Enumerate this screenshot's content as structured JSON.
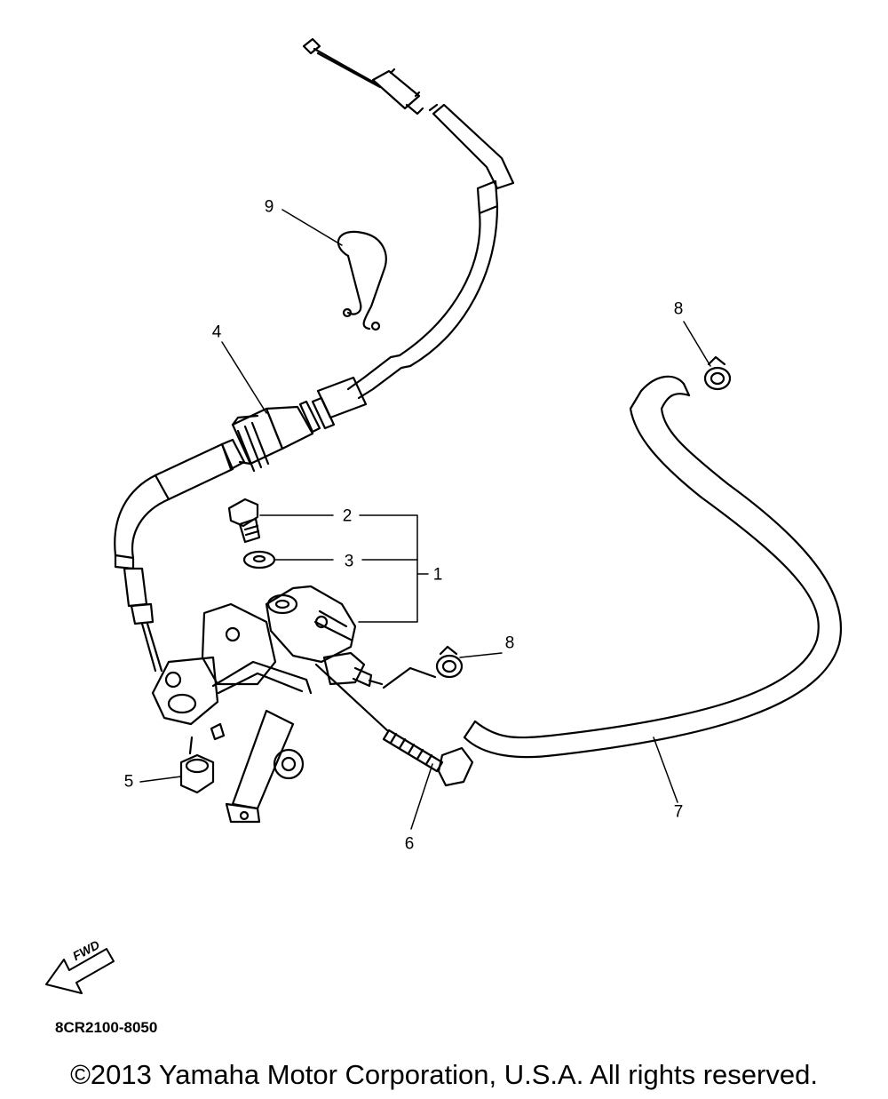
{
  "callouts": [
    {
      "id": "c1",
      "text": "1"
    },
    {
      "id": "c2",
      "text": "2"
    },
    {
      "id": "c3",
      "text": "3"
    },
    {
      "id": "c4",
      "text": "4"
    },
    {
      "id": "c5",
      "text": "5"
    },
    {
      "id": "c6",
      "text": "6"
    },
    {
      "id": "c7",
      "text": "7"
    },
    {
      "id": "c8a",
      "text": "8"
    },
    {
      "id": "c8b",
      "text": "8"
    },
    {
      "id": "c9",
      "text": "9"
    }
  ],
  "fwd_label": "FWD",
  "diagram_code": "8CR2100-8050",
  "copyright": "©2013 Yamaha Motor Corporation, U.S.A. All rights reserved."
}
